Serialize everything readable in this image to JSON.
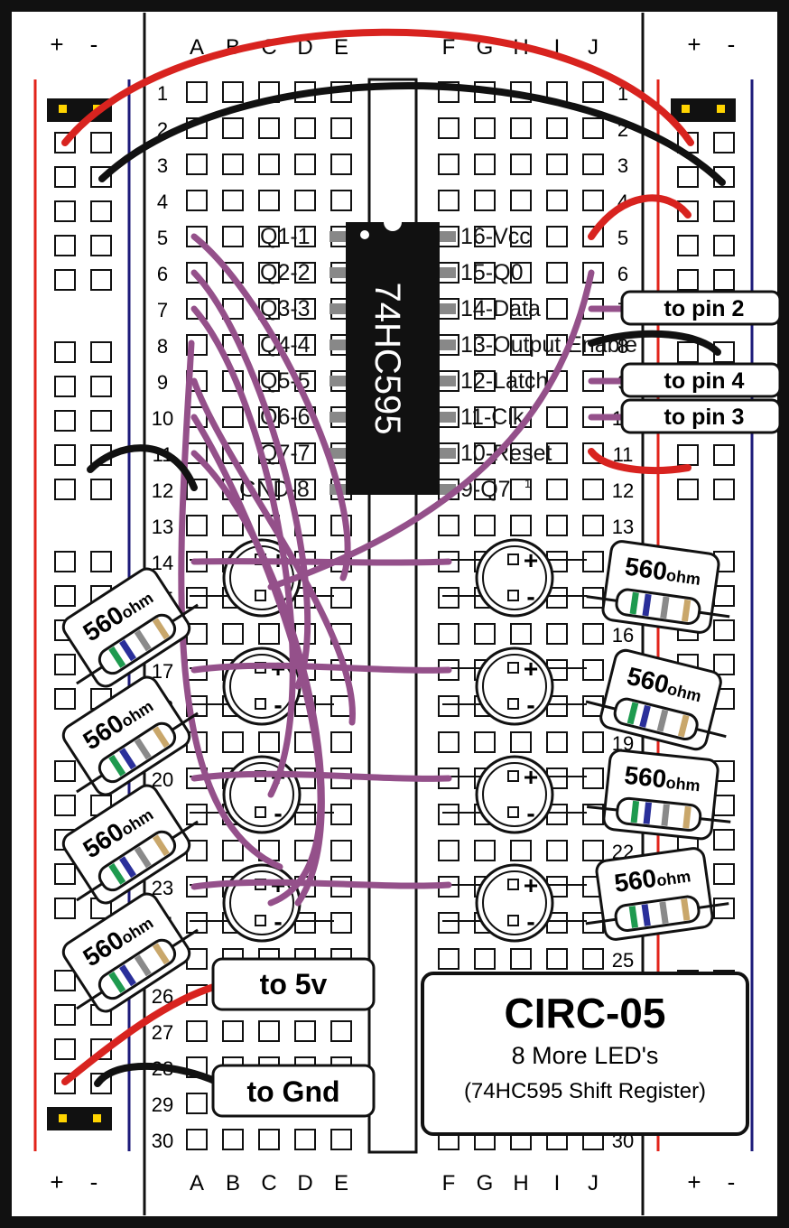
{
  "columns_left": [
    "A",
    "B",
    "C",
    "D",
    "E"
  ],
  "columns_right": [
    "F",
    "G",
    "H",
    "I",
    "J"
  ],
  "rail_plus": "+",
  "rail_minus": "-",
  "chip": {
    "label": "74HC595",
    "left_pins": [
      "Q1-1",
      "Q2-2",
      "Q3-3",
      "Q4-4",
      "Q5-5",
      "Q6-6",
      "Q7-7",
      "GND-8"
    ],
    "right_pins": [
      "16-Vcc",
      "15-Q0",
      "14-Data",
      "13-Output Enable",
      "12-Latch",
      "11-Clk",
      "10-Reset",
      "9-Q7"
    ],
    "q7_superscript": "1"
  },
  "resistor_value": "560",
  "resistor_unit": "ohm",
  "connections": {
    "pin2": "to pin 2",
    "pin4": "to pin 4",
    "pin3": "to pin 3",
    "five_volt": "to 5v",
    "ground": "to Gnd"
  },
  "info_box": {
    "title": "CIRC-05",
    "subtitle": "8 More LED's",
    "caption": "(74HC595 Shift Register)"
  },
  "colors": {
    "power_wire": "#d8231f",
    "ground_wire": "#111111",
    "signal_wire": "#94508a",
    "rail_red": "#e2231a",
    "rail_blue": "#1c1a7a"
  }
}
